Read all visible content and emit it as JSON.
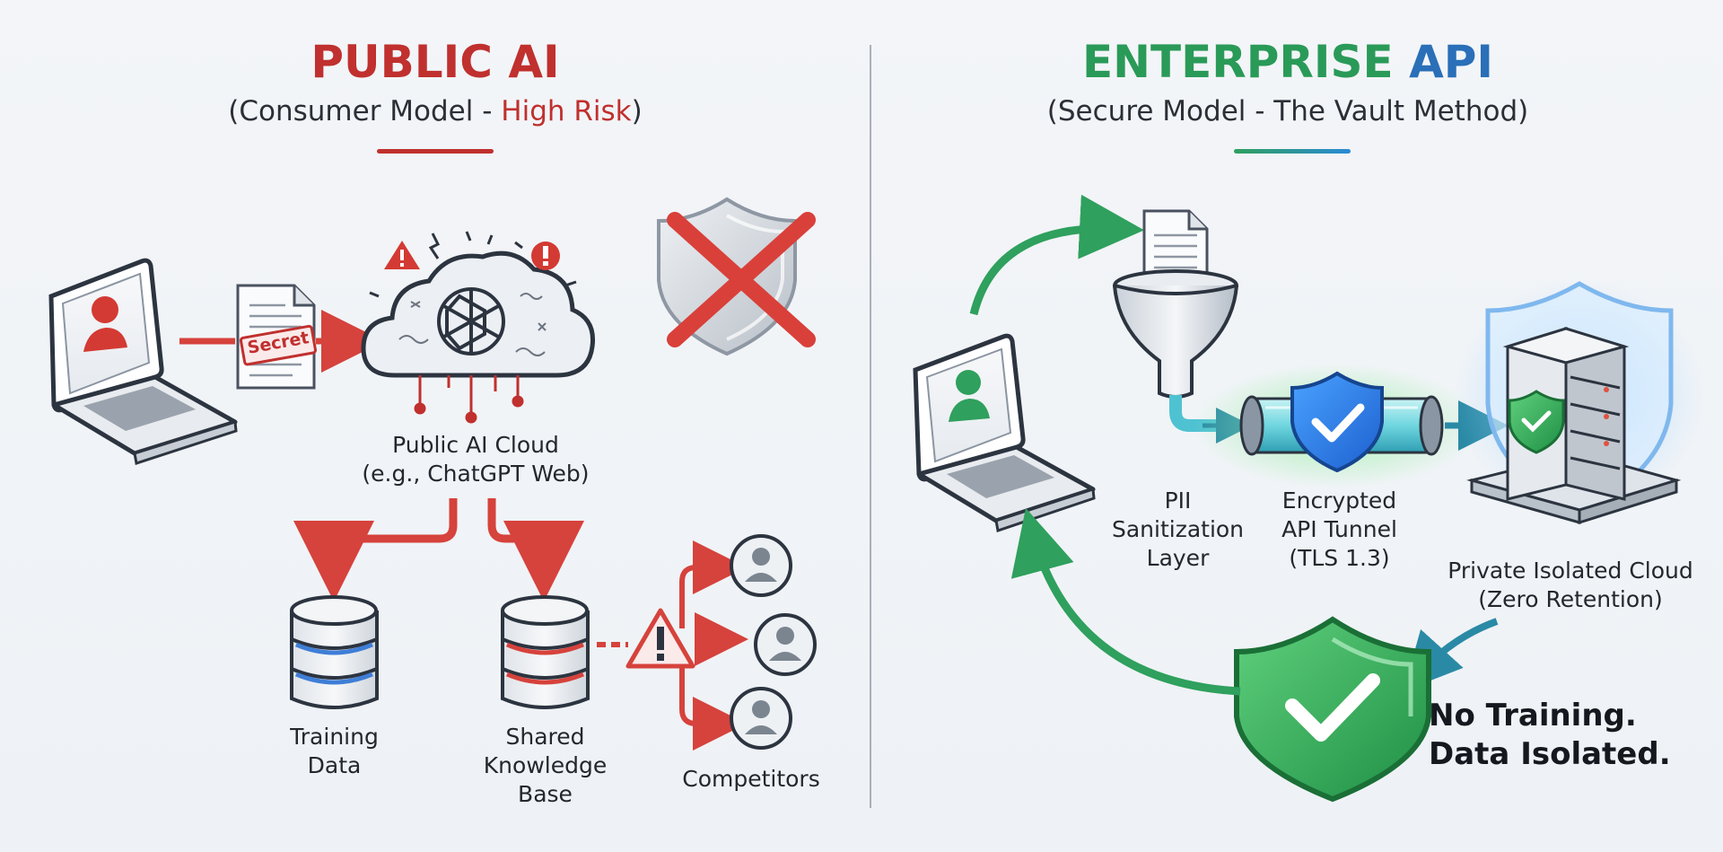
{
  "public": {
    "title_word1": "PUBLIC",
    "title_word2": "AI",
    "subtitle_open": "(Consumer Model - ",
    "subtitle_risk": "High Risk",
    "subtitle_close": ")",
    "doc_stamp": "Secret",
    "cloud_label_line1": "Public AI Cloud",
    "cloud_label_line2": "(e.g., ChatGPT Web)",
    "training_line1": "Training",
    "training_line2": "Data",
    "shared_line1": "Shared",
    "shared_line2": "Knowledge",
    "shared_line3": "Base",
    "competitors": "Competitors",
    "color": "#c0302e"
  },
  "enterprise": {
    "title_word1": "ENTERPRISE",
    "title_word2": "API",
    "subtitle": "(Secure Model - The Vault Method)",
    "pii_line1": "PII",
    "pii_line2": "Sanitization",
    "pii_line3": "Layer",
    "tunnel_line1": "Encrypted",
    "tunnel_line2": "API Tunnel",
    "tunnel_line3": "(TLS 1.3)",
    "cloud_line1": "Private Isolated Cloud",
    "cloud_line2": "(Zero Retention)",
    "result_line1": "No Training.",
    "result_line2": "Data Isolated.",
    "color": "#2a9a58"
  }
}
